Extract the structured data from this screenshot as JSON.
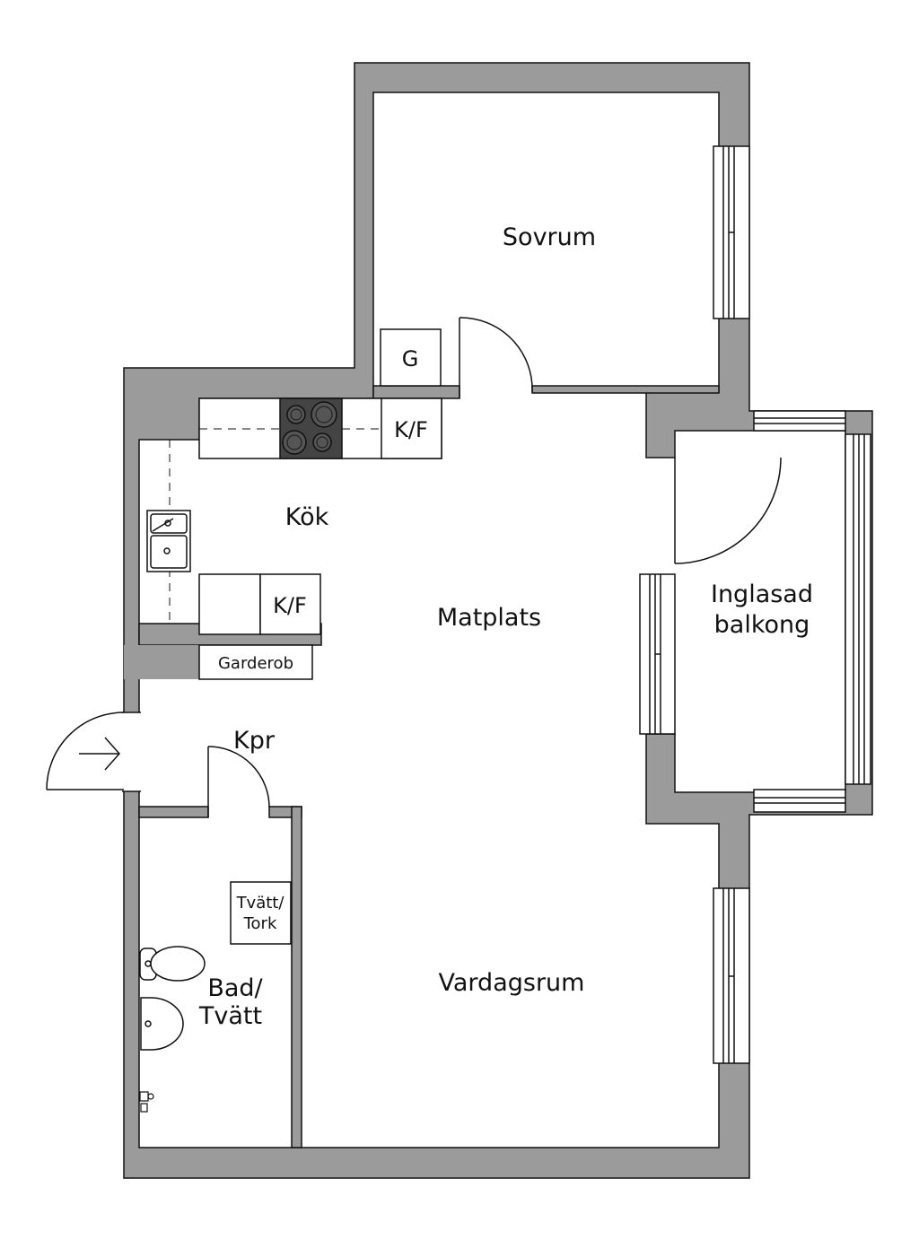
{
  "rooms": {
    "sovrum": "Sovrum",
    "kok": "Kök",
    "matplats": "Matplats",
    "balkong_line1": "Inglasad",
    "balkong_line2": "balkong",
    "kpr": "Kpr",
    "bad_line1": "Bad/",
    "bad_line2": "Tvätt",
    "vardagsrum": "Vardagsrum"
  },
  "fixtures": {
    "g": "G",
    "kf_top": "K/F",
    "kf_lower": "K/F",
    "garderob": "Garderob",
    "tvatt_line1": "Tvätt/",
    "tvatt_line2": "Tork"
  },
  "colors": {
    "wall": "#9b9b9b",
    "line": "#111111",
    "stove": "#444444",
    "background": "#ffffff"
  }
}
